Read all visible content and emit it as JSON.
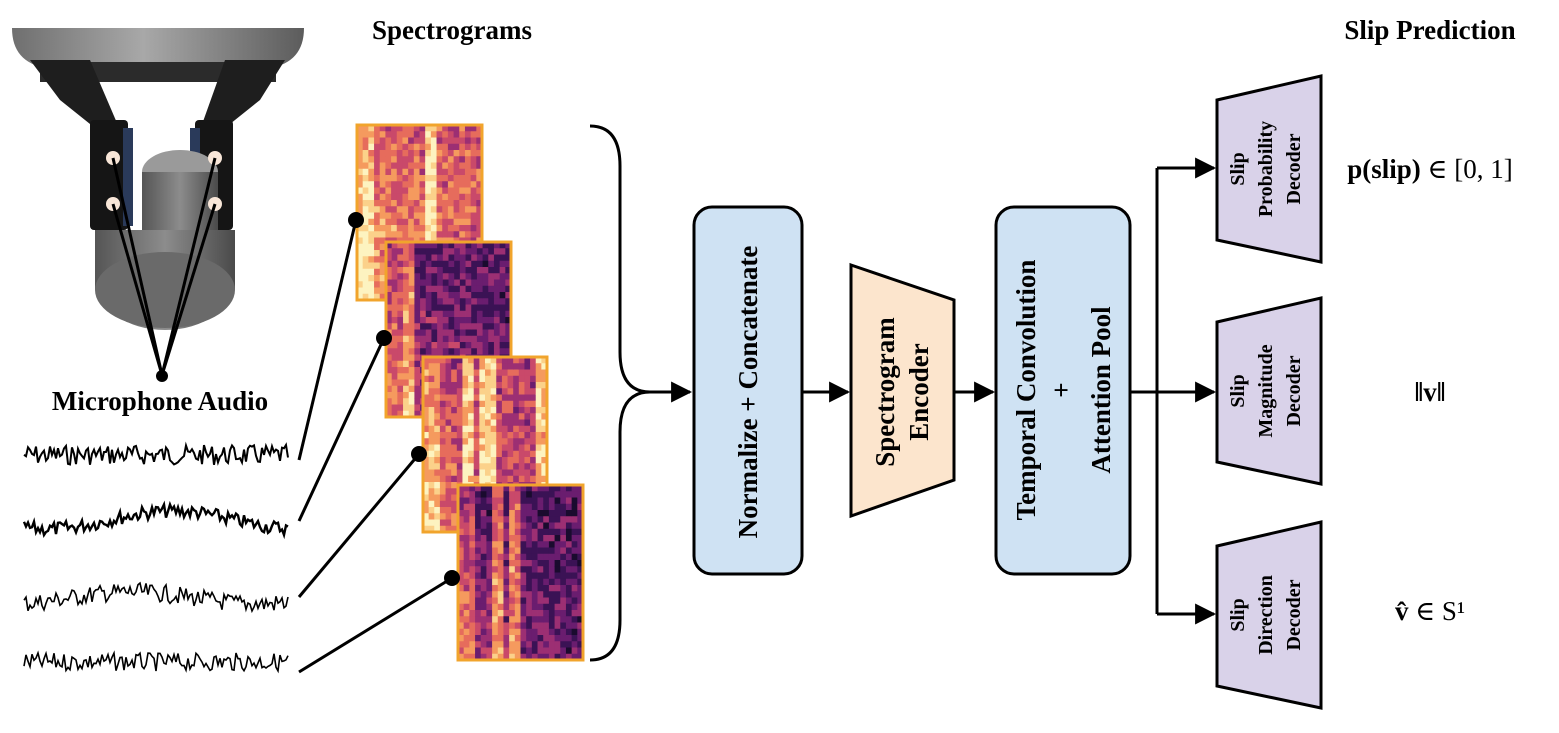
{
  "headers": {
    "spectrograms": "Spectrograms",
    "slip_prediction": "Slip Prediction",
    "microphone_audio": "Microphone Audio"
  },
  "blocks": {
    "normalize_concat": "Normalize + Concatenate",
    "encoder_line1": "Spectrogram",
    "encoder_line2": "Encoder",
    "temporal_line1": "Temporal Convolution",
    "temporal_line2": "+",
    "temporal_line3": "Attention Pool"
  },
  "decoders": [
    {
      "line1": "Slip",
      "line2": "Probability",
      "line3": "Decoder"
    },
    {
      "line1": "Slip",
      "line2": "Magnitude",
      "line3": "Decoder"
    },
    {
      "line1": "Slip",
      "line2": "Direction",
      "line3": "Decoder"
    }
  ],
  "outputs": {
    "probability_bold": "p(slip)",
    "probability_rest": " ∈ [0, 1]",
    "magnitude": "‖v‖",
    "direction_bold": "v̂",
    "direction_rest": " ∈ S¹"
  },
  "colors": {
    "blue_box": "#cfe2f3",
    "encoder_fill": "#fce5cd",
    "decoder_fill": "#d9d2e9",
    "spectrogram_border": "#f1a42c"
  }
}
